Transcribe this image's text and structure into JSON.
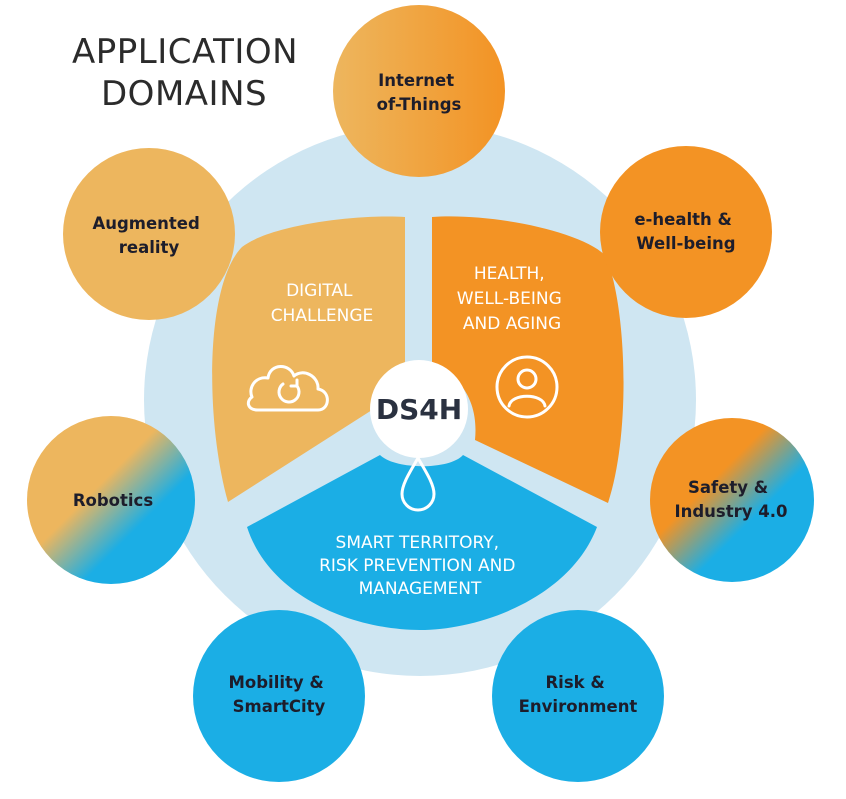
{
  "title": {
    "line1": "APPLICATION",
    "line2": "DOMAINS"
  },
  "hub": {
    "label": "DS4H"
  },
  "sectors": [
    {
      "id": "digital",
      "lines": [
        "DIGITAL",
        "CHALLENGE"
      ],
      "color": "#EDB65E",
      "icon": "cloud-sync-icon"
    },
    {
      "id": "health",
      "lines": [
        "HEALTH,",
        "WELL-BEING",
        "AND AGING"
      ],
      "color": "#F39324",
      "icon": "person-icon"
    },
    {
      "id": "territory",
      "lines": [
        "SMART TERRITORY,",
        "RISK PREVENTION AND",
        "MANAGEMENT"
      ],
      "color": "#1BAEE5",
      "icon": "water-drop-icon"
    }
  ],
  "domains": [
    {
      "id": "iot",
      "lines": [
        "Internet",
        "of-Things"
      ],
      "fill": "orange-gradient"
    },
    {
      "id": "ehealth",
      "lines": [
        "e-health &",
        "Well-being"
      ],
      "fill": "orange"
    },
    {
      "id": "safety",
      "lines": [
        "Safety &",
        "Industry 4.0"
      ],
      "fill": "orange-blue"
    },
    {
      "id": "risk",
      "lines": [
        "Risk &",
        "Environment"
      ],
      "fill": "blue"
    },
    {
      "id": "mobility",
      "lines": [
        "Mobility &",
        "SmartCity"
      ],
      "fill": "blue"
    },
    {
      "id": "robotics",
      "lines": [
        "Robotics"
      ],
      "fill": "gold-blue"
    },
    {
      "id": "ar",
      "lines": [
        "Augmented",
        "reality"
      ],
      "fill": "gold"
    }
  ],
  "colors": {
    "ring": "#CFE6F2",
    "gold": "#EDB65E",
    "orange": "#F39324",
    "blue": "#1BAEE5",
    "hub": "#FFFFFF"
  }
}
